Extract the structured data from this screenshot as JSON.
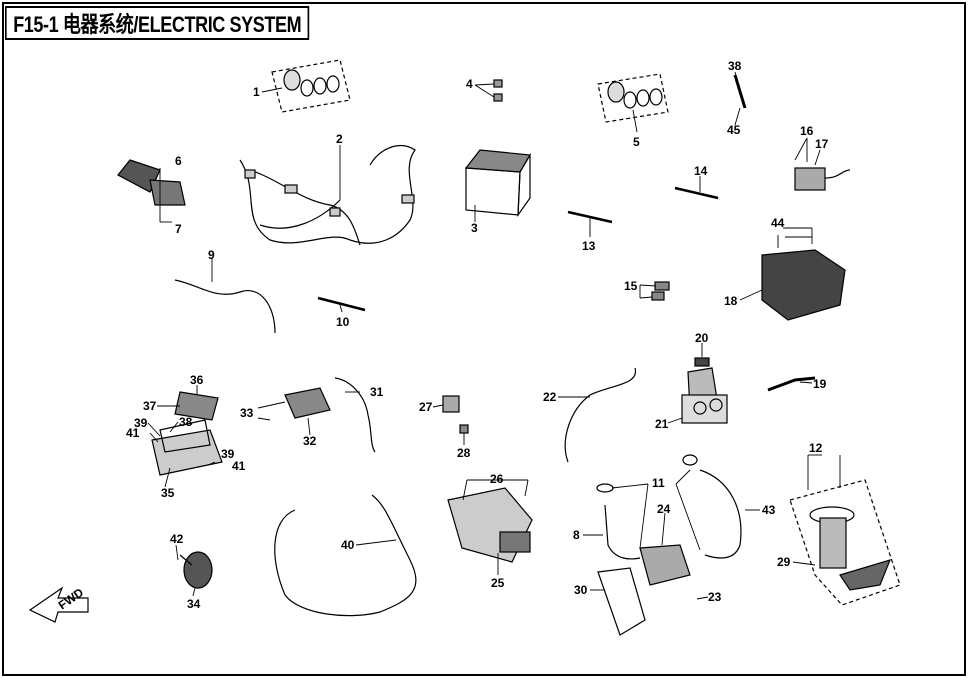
{
  "title": "F15-1 电器系统/ELECTRIC SYSTEM",
  "callouts": [
    "1",
    "2",
    "3",
    "4",
    "5",
    "6",
    "7",
    "8",
    "9",
    "10",
    "11",
    "12",
    "13",
    "14",
    "15",
    "16",
    "17",
    "18",
    "19",
    "20",
    "21",
    "22",
    "23",
    "24",
    "25",
    "26",
    "27",
    "28",
    "29",
    "30",
    "31",
    "32",
    "33",
    "34",
    "35",
    "36",
    "37",
    "38",
    "39",
    "40",
    "41",
    "42",
    "43",
    "44",
    "45"
  ],
  "corner_icon": "fwd-arrow-icon"
}
